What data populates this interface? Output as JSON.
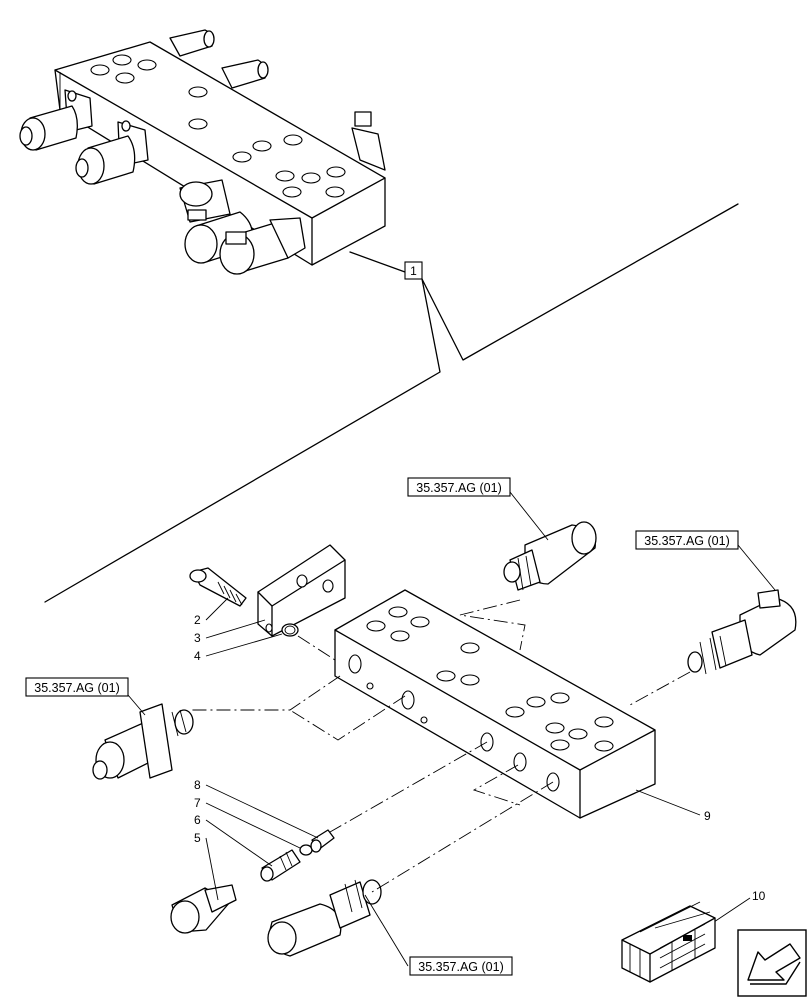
{
  "diagram": {
    "callout_numbers": [
      "1",
      "2",
      "3",
      "4",
      "5",
      "6",
      "7",
      "8",
      "9",
      "10"
    ],
    "references": [
      "35.357.AG (01)",
      "35.357.AG (01)",
      "35.357.AG (01)",
      "35.357.AG (01)"
    ]
  }
}
